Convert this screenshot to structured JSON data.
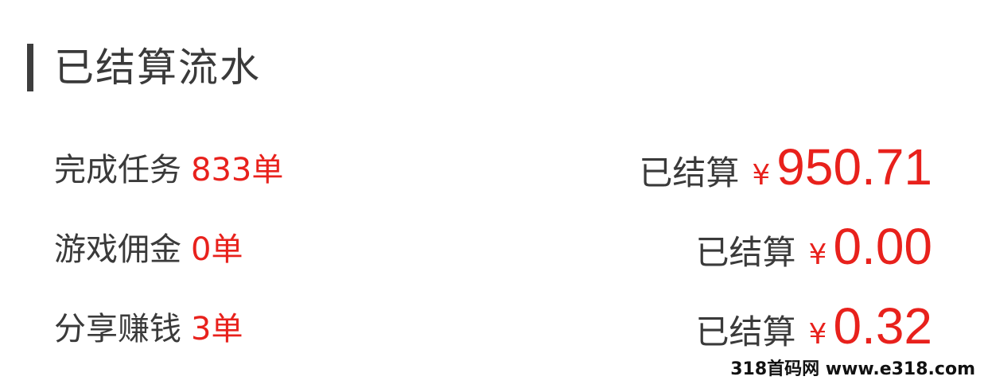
{
  "header": {
    "title": "已结算流水",
    "accent_color": "#3d3d3d"
  },
  "colors": {
    "highlight": "#e8211c",
    "text": "#3a3a3a"
  },
  "rows": [
    {
      "label": "完成任务",
      "count": "833单",
      "settled_label": "已结算",
      "currency": "¥",
      "amount": "950.71"
    },
    {
      "label": "游戏佣金",
      "count": "0单",
      "settled_label": "已结算",
      "currency": "¥",
      "amount": "0.00"
    },
    {
      "label": "分享赚钱",
      "count": "3单",
      "settled_label": "已结算",
      "currency": "¥",
      "amount": "0.32"
    }
  ],
  "watermark": "318首码网 www.e318.com"
}
